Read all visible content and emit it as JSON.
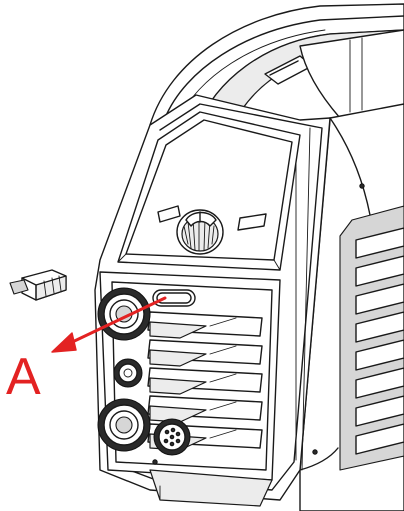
{
  "figure": {
    "callout_label": "A",
    "callout_color": "#e32222",
    "line_color": "#1a1a1a",
    "background": "#ffffff"
  },
  "parts": [
    {
      "name": "detached-connector-clip",
      "description": ""
    },
    {
      "name": "housing-handle"
    },
    {
      "name": "front-panel"
    },
    {
      "name": "control-knob"
    },
    {
      "name": "slot-opening"
    },
    {
      "name": "output-sockets"
    },
    {
      "name": "ventilation-louvres"
    }
  ]
}
